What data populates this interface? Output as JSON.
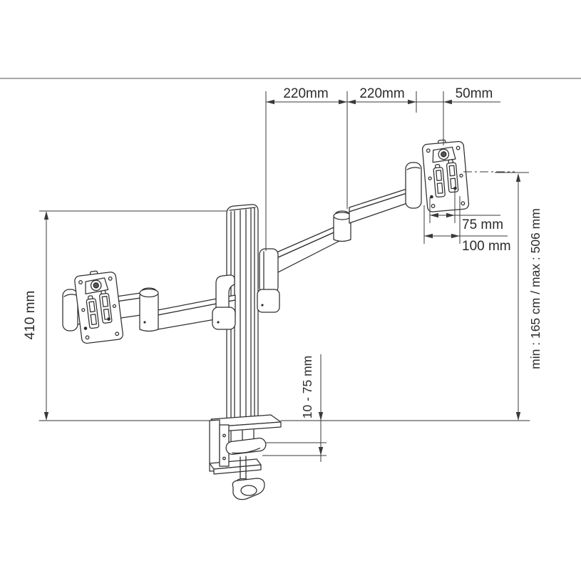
{
  "labels": {
    "dim_top_1": "220mm",
    "dim_top_2": "220mm",
    "dim_top_3": "50mm",
    "dim_vesa_75": "75 mm",
    "dim_vesa_100": "100 mm",
    "dim_pole_height": "410 mm",
    "dim_clamp_range": "10 - 75 mm",
    "dim_height_range": "min : 165 cm / max : 506 mm"
  },
  "colors": {
    "line": "#2f2f2f",
    "dim_line": "#3a3a3a",
    "text": "#2b2b2b",
    "frame_line": "#a8a8a8",
    "knob_fill": "#555555",
    "background": "#ffffff"
  }
}
